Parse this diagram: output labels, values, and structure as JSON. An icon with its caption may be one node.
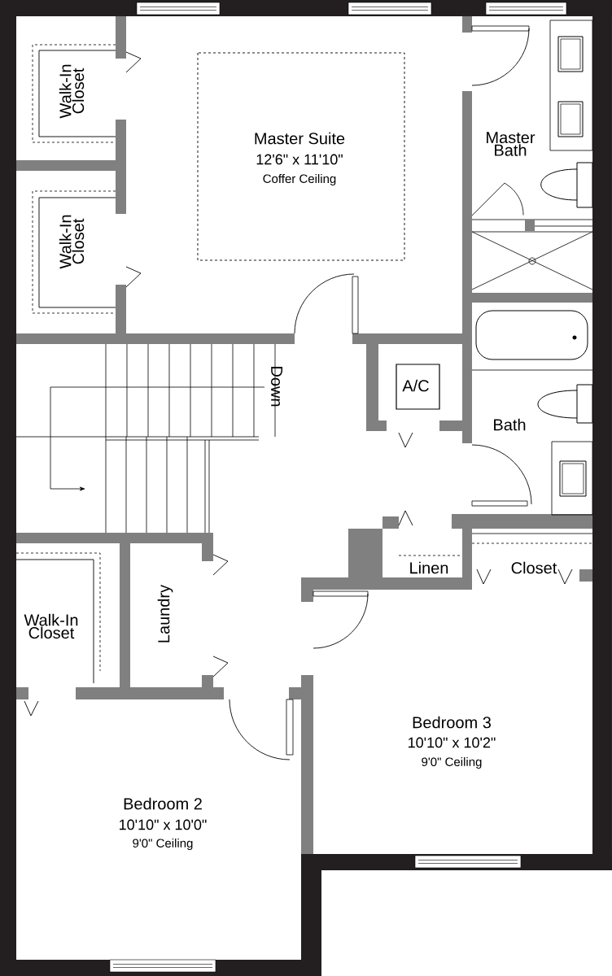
{
  "diagram": {
    "labels": [
      "Walk-In Closet",
      "Master Suite",
      "12'6\" x 11'10\"",
      "Coffer Ceiling",
      "Master Bath",
      "Walk-In Closet",
      "Down",
      "A/C",
      "Bath",
      "Linen",
      "Closet",
      "Walk-In Closet",
      "Laundry",
      "Bedroom 3",
      "10'10\" x 10'2\"",
      "9'0\" Ceiling",
      "Bedroom 2",
      "10'10\" x 10'0\"",
      "9'0\" Ceiling"
    ]
  }
}
